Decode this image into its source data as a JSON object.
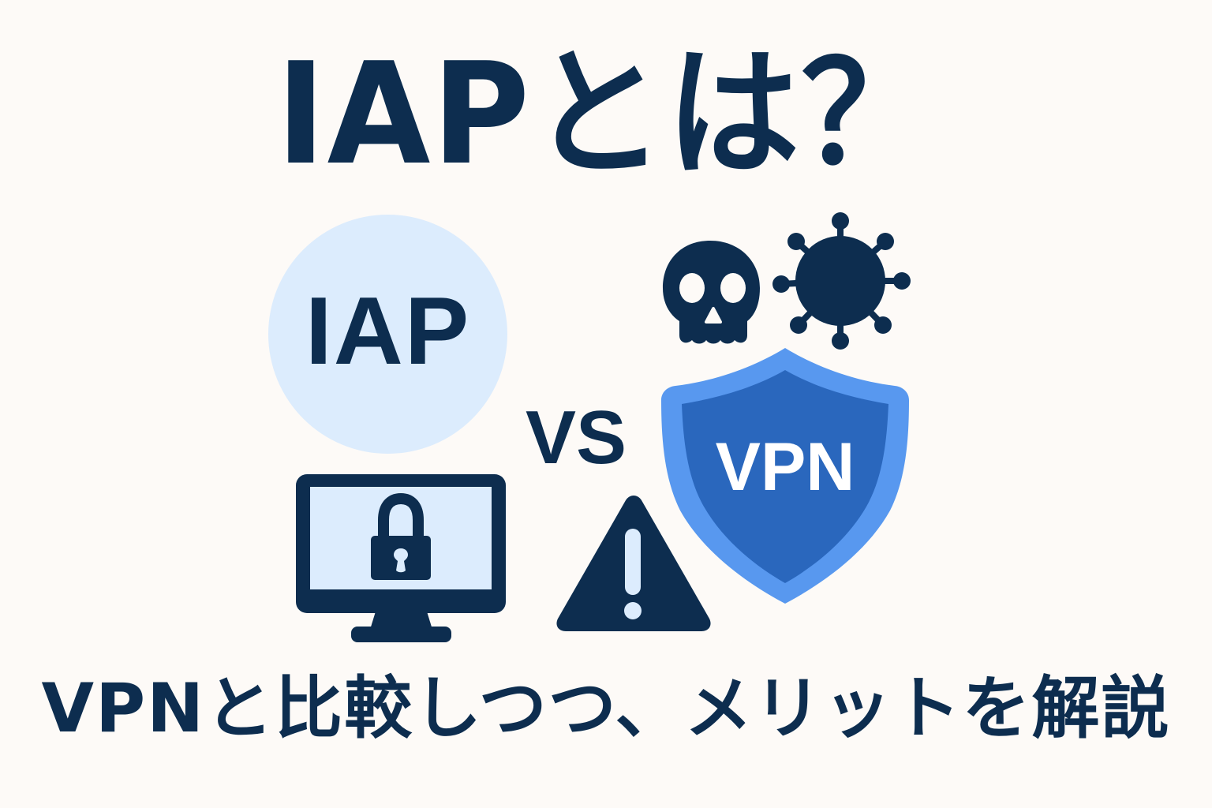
{
  "title": "IAPとは？",
  "subtitle": "VPNと比較しつつ、メリットを解説",
  "iap_badge": {
    "label": "IAP"
  },
  "vs_label": "VS",
  "vpn_shield": {
    "label": "VPN"
  },
  "icons": [
    "skull-icon",
    "virus-icon",
    "vpn-shield-icon",
    "monitor-lock-icon",
    "warning-icon"
  ],
  "colors": {
    "background": "#fdfaf7",
    "navy": "#0d2d4f",
    "light_blue": "#dcecfd",
    "shield_outer": "#5898ef",
    "shield_inner": "#2a67bd",
    "white": "#ffffff"
  }
}
